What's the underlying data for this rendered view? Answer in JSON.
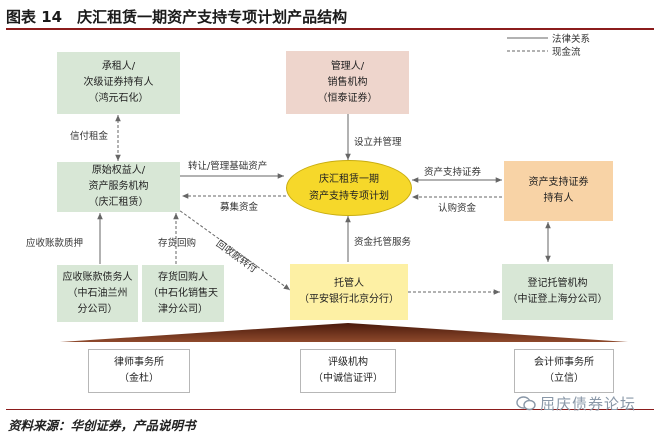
{
  "title": "图表 14　庆汇租赁一期资产支持专项计划产品结构",
  "legend": {
    "legal": "法律关系",
    "cash": "现金流"
  },
  "nodes": {
    "subordinate": [
      "承租人/",
      "次级证券持有人",
      "（鸿元石化）"
    ],
    "manager": [
      "管理人/",
      "销售机构",
      "（恒泰证券）"
    ],
    "originator": [
      "原始权益人/",
      "资产服务机构",
      "（庆汇租赁）"
    ],
    "plan": [
      "庆汇租赁一期",
      "资产支持专项计划"
    ],
    "holder": [
      "资产支持证券",
      "持有人"
    ],
    "receivable_debtor": [
      "应收账款债务人",
      "（中石油兰州",
      "分公司）"
    ],
    "repurchaser": [
      "存货回购人",
      "（中石化销售天",
      "津分公司）"
    ],
    "custodian": [
      "托管人",
      "（平安银行北京分行）"
    ],
    "registrar": [
      "登记托管机构",
      "（中证登上海分公司）"
    ],
    "law_firm": [
      "律师事务所",
      "（金杜）"
    ],
    "rating": [
      "评级机构",
      "（中诚信证评）"
    ],
    "accounting": [
      "会计师事务所",
      "（立信）"
    ]
  },
  "edge_labels": {
    "credit_rent": "信付租金",
    "transfer": "转让/管理基础资产",
    "raise": "募集资金",
    "recovery": "回收款转付",
    "setup": "设立并管理",
    "abs": "资产支持证券",
    "subscribe": "认购资金",
    "custody": "资金托管服务",
    "pledge": "应收账款质押",
    "repo": "存货回购"
  },
  "footer": "资料来源：华创证券，产品说明书",
  "watermark": "屈庆债券论坛",
  "colors": {
    "green": "#d8e7d6",
    "pink": "#eed5cc",
    "orange": "#f8d3a6",
    "yellow": "#fdf0a4",
    "plan": "#f6d82a",
    "brown": "#7a3a22",
    "rule": "#8b1c1c"
  }
}
